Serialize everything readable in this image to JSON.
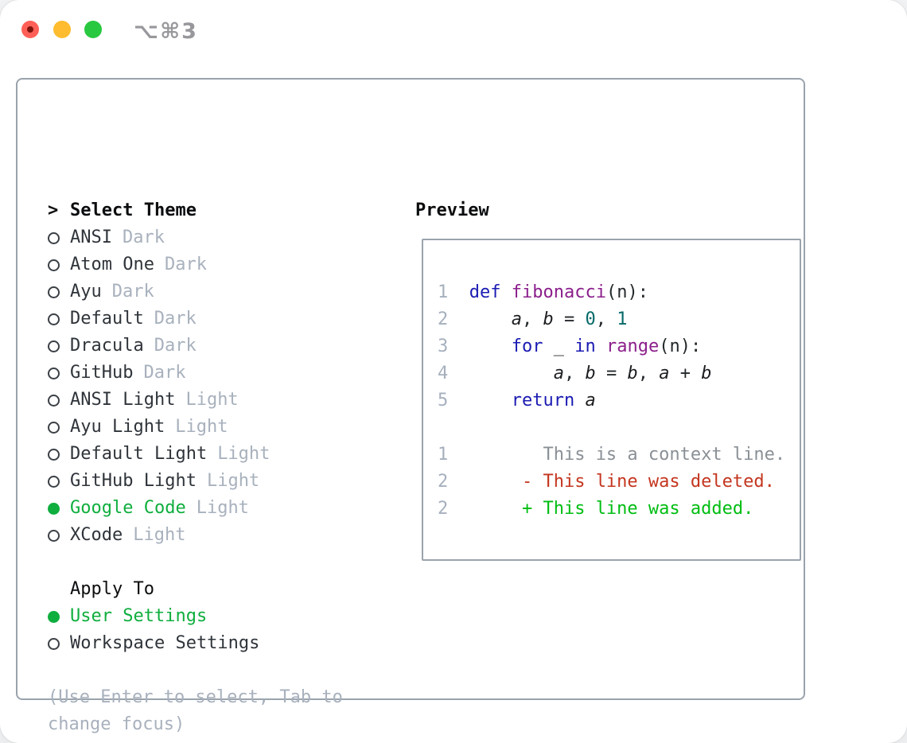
{
  "titlebar": {
    "shortcut": "⌥⌘3"
  },
  "colors": {
    "panel_border": "#9aa3ad",
    "selection_green": "#0fae3e",
    "muted_gray": "#a8b1bd",
    "text_dark": "#2f343a",
    "traffic_red": "#ff5f57",
    "traffic_yellow": "#febc2e",
    "traffic_green": "#28c840",
    "code_keyword": "#1b1bb3",
    "code_function": "#8b1f8b",
    "code_number": "#066969",
    "code_line_number": "#a6b0bd",
    "diff_context": "#8a9096",
    "diff_deleted": "#c4361f",
    "diff_added": "#00bd12"
  },
  "theme_list": {
    "prefix": ">",
    "title": "Select Theme",
    "items": [
      {
        "name": "ANSI",
        "variant": "Dark",
        "selected": false
      },
      {
        "name": "Atom One",
        "variant": "Dark",
        "selected": false
      },
      {
        "name": "Ayu",
        "variant": "Dark",
        "selected": false
      },
      {
        "name": "Default",
        "variant": "Dark",
        "selected": false
      },
      {
        "name": "Dracula",
        "variant": "Dark",
        "selected": false
      },
      {
        "name": "GitHub",
        "variant": "Dark",
        "selected": false
      },
      {
        "name": "ANSI Light",
        "variant": "Light",
        "selected": false
      },
      {
        "name": "Ayu Light",
        "variant": "Light",
        "selected": false
      },
      {
        "name": "Default Light",
        "variant": "Light",
        "selected": false
      },
      {
        "name": "GitHub Light",
        "variant": "Light",
        "selected": false
      },
      {
        "name": "Google Code",
        "variant": "Light",
        "selected": true
      },
      {
        "name": "XCode",
        "variant": "Light",
        "selected": false
      }
    ]
  },
  "apply_to": {
    "title": "Apply To",
    "options": [
      {
        "label": "User Settings",
        "selected": true
      },
      {
        "label": "Workspace Settings",
        "selected": false
      }
    ]
  },
  "hint": "(Use Enter to select, Tab to change focus)",
  "preview": {
    "title": "Preview",
    "code_lines": [
      {
        "num": "1",
        "segments": [
          {
            "t": "def",
            "c": "kw"
          },
          {
            "t": " "
          },
          {
            "t": "fibonacci",
            "c": "fn"
          },
          {
            "t": "(n):"
          }
        ]
      },
      {
        "num": "2",
        "segments": [
          {
            "t": "    "
          },
          {
            "t": "a",
            "c": "var",
            "i": true
          },
          {
            "t": ", "
          },
          {
            "t": "b",
            "c": "var",
            "i": true
          },
          {
            "t": " = "
          },
          {
            "t": "0",
            "c": "num"
          },
          {
            "t": ", "
          },
          {
            "t": "1",
            "c": "num"
          }
        ]
      },
      {
        "num": "3",
        "segments": [
          {
            "t": "    "
          },
          {
            "t": "for",
            "c": "kw"
          },
          {
            "t": " _ "
          },
          {
            "t": "in",
            "c": "kw"
          },
          {
            "t": " "
          },
          {
            "t": "range",
            "c": "fn"
          },
          {
            "t": "(n):"
          }
        ]
      },
      {
        "num": "4",
        "segments": [
          {
            "t": "        "
          },
          {
            "t": "a",
            "c": "var",
            "i": true
          },
          {
            "t": ", "
          },
          {
            "t": "b",
            "c": "var",
            "i": true
          },
          {
            "t": " = "
          },
          {
            "t": "b",
            "c": "var",
            "i": true
          },
          {
            "t": ", "
          },
          {
            "t": "a",
            "c": "var",
            "i": true
          },
          {
            "t": " + "
          },
          {
            "t": "b",
            "c": "var",
            "i": true
          }
        ]
      },
      {
        "num": "5",
        "segments": [
          {
            "t": "    "
          },
          {
            "t": "return",
            "c": "kw"
          },
          {
            "t": " "
          },
          {
            "t": "a",
            "c": "var",
            "i": true
          }
        ]
      },
      {
        "num": "",
        "segments": []
      },
      {
        "num": "1",
        "segments": [
          {
            "t": "       This is a context line.",
            "c": "ctx"
          }
        ]
      },
      {
        "num": "2",
        "segments": [
          {
            "t": "     - This line was deleted.",
            "c": "del"
          }
        ]
      },
      {
        "num": "2",
        "segments": [
          {
            "t": "     + This line was added.",
            "c": "add"
          }
        ]
      }
    ]
  }
}
